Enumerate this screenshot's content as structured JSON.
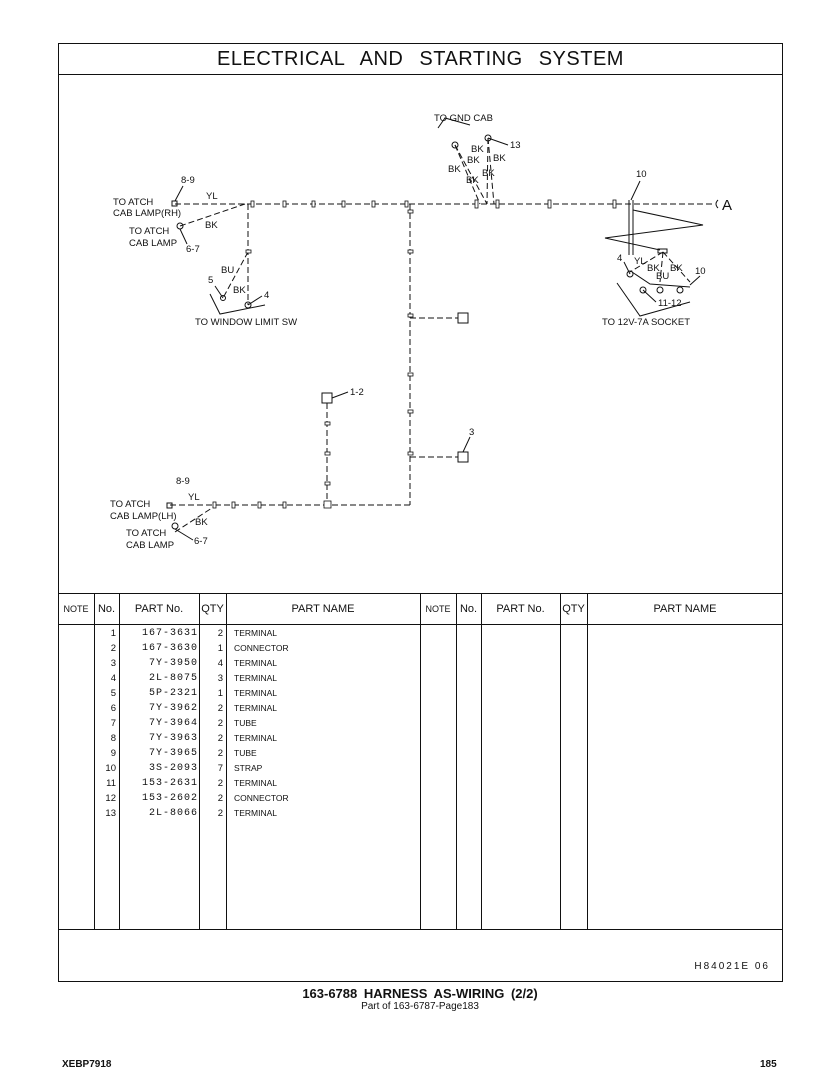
{
  "title": "ELECTRICAL AND STARTING SYSTEM",
  "diagram": {
    "to_gnd_cab": "TO GND CAB",
    "callout_13": "13",
    "bk": "BK",
    "callout_10": "10",
    "end_ref": "A",
    "callout_8_9": "8-9",
    "yl": "YL",
    "to_atch_cab_lamp_rh_1": "TO ATCH",
    "to_atch_cab_lamp_rh_2": "CAB LAMP(RH)",
    "to_atch_cab_lamp_1": "TO ATCH",
    "to_atch_cab_lamp_2": "CAB LAMP",
    "callout_6_7": "6-7",
    "bu": "BU",
    "callout_5": "5",
    "callout_4": "4",
    "to_window_limit_sw": "TO WINDOW LIMIT SW",
    "to_socket": "TO 12V-7A SOCKET",
    "callout_11_12": "11-12",
    "callout_1_2": "1-2",
    "callout_3": "3",
    "to_atch_cab_lamp_lh_1": "TO ATCH",
    "to_atch_cab_lamp_lh_2": "CAB LAMP(LH)"
  },
  "table": {
    "headers": {
      "note": "NOTE",
      "no": "No.",
      "part_no": "PART No.",
      "qty": "QTY",
      "part_name": "PART NAME"
    },
    "rows": [
      {
        "no": "1",
        "part_no": "167-3631",
        "qty": "2",
        "name": "TERMINAL"
      },
      {
        "no": "2",
        "part_no": "167-3630",
        "qty": "1",
        "name": "CONNECTOR"
      },
      {
        "no": "3",
        "part_no": "7Y-3950",
        "qty": "4",
        "name": "TERMINAL"
      },
      {
        "no": "4",
        "part_no": "2L-8075",
        "qty": "3",
        "name": "TERMINAL"
      },
      {
        "no": "5",
        "part_no": "5P-2321",
        "qty": "1",
        "name": "TERMINAL"
      },
      {
        "no": "6",
        "part_no": "7Y-3962",
        "qty": "2",
        "name": "TERMINAL"
      },
      {
        "no": "7",
        "part_no": "7Y-3964",
        "qty": "2",
        "name": "TUBE"
      },
      {
        "no": "8",
        "part_no": "7Y-3963",
        "qty": "2",
        "name": "TERMINAL"
      },
      {
        "no": "9",
        "part_no": "7Y-3965",
        "qty": "2",
        "name": "TUBE"
      },
      {
        "no": "10",
        "part_no": "3S-2093",
        "qty": "7",
        "name": "STRAP"
      },
      {
        "no": "11",
        "part_no": "153-2631",
        "qty": "2",
        "name": "TERMINAL"
      },
      {
        "no": "12",
        "part_no": "153-2602",
        "qty": "2",
        "name": "CONNECTOR"
      },
      {
        "no": "13",
        "part_no": "2L-8066",
        "qty": "2",
        "name": "TERMINAL"
      }
    ]
  },
  "illustration_code": "H84021E   06",
  "caption": "163-6788  HARNESS AS-WIRING (2/2)",
  "subcaption": "Part of 163-6787-Page183",
  "doc_id": "XEBP7918",
  "page_number": "185"
}
